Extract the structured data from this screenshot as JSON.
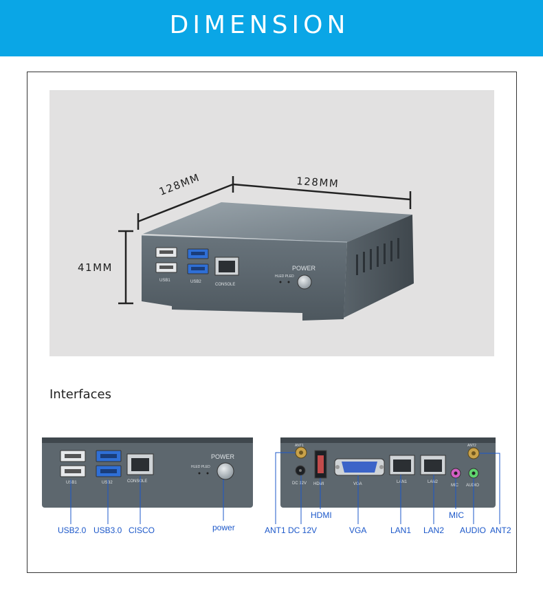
{
  "banner": {
    "title": "DIMENSION",
    "color": "#0aa6e6"
  },
  "dimensions": {
    "width": "128MM",
    "depth": "128MM",
    "height": "41MM"
  },
  "device_front": {
    "usb_left_label": "USB1",
    "usb_right_label": "USB2",
    "console_label": "CONSOLE",
    "power_label": "POWER",
    "led_label": "HLED PLED"
  },
  "section": {
    "title": "Interfaces"
  },
  "front_panel_small": {
    "usb_left_label": "USB1",
    "usb_right_label": "USB2",
    "console_label": "CONSOLE",
    "power_label": "POWER",
    "led_label": "HLED PLED"
  },
  "back_panel": {
    "ant1": "ANT1",
    "ant2": "ANT2",
    "dc": "DC 12V",
    "hdmi": "HDMI",
    "vga": "VGA",
    "lan1": "LAN1",
    "lan2": "LAN2",
    "mic": "MIC",
    "audio": "AUDIO"
  },
  "callouts": {
    "usb20": "USB2.0",
    "usb30": "USB3.0",
    "cisco": "CISCO",
    "power": "power",
    "ant1": "ANT1",
    "dc12v": "DC 12V",
    "hdmi": "HDMI",
    "vga": "VGA",
    "lan1": "LAN1",
    "lan2": "LAN2",
    "mic": "MIC",
    "audio": "AUDIO",
    "ant2": "ANT2"
  },
  "colors": {
    "callout": "#1b57c9",
    "usb3": "#2f6fd6",
    "mic": "#d35fc3",
    "audio": "#5fd36f"
  }
}
